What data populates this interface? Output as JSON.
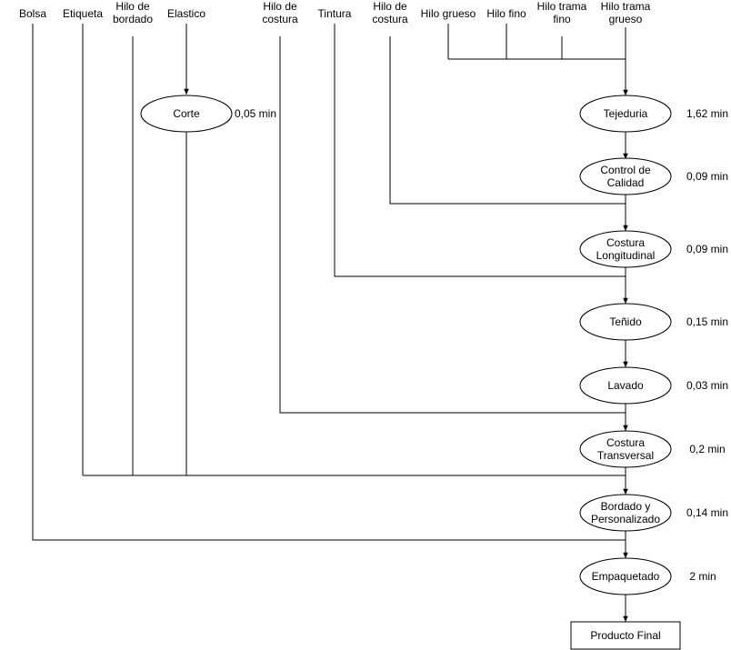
{
  "inputs": {
    "bolsa": [
      "Bolsa"
    ],
    "etiqueta": [
      "Etiqueta"
    ],
    "hilo_bordado": [
      "Hilo de",
      "bordado"
    ],
    "elastico": [
      "Elastico"
    ],
    "hilo_costura_1": [
      "Hilo de",
      "costura"
    ],
    "tintura": [
      "Tintura"
    ],
    "hilo_costura_2": [
      "Hilo de",
      "costura"
    ],
    "hilo_grueso": [
      "Hilo grueso"
    ],
    "hilo_fino": [
      "Hilo fino"
    ],
    "hilo_trama_fino": [
      "Hilo trama",
      "fino"
    ],
    "hilo_trama_grueso": [
      "Hilo trama",
      "grueso"
    ]
  },
  "processes": {
    "corte": {
      "label": [
        "Corte"
      ],
      "time": "0,05 min"
    },
    "tejeduria": {
      "label": [
        "Tejeduria"
      ],
      "time": "1,62 min"
    },
    "control": {
      "label": [
        "Control de",
        "Calidad"
      ],
      "time": "0,09 min"
    },
    "costura_long": {
      "label": [
        "Costura",
        "Longitudinal"
      ],
      "time": "0,09 min"
    },
    "tenido": {
      "label": [
        "Teñido"
      ],
      "time": "0,15 min"
    },
    "lavado": {
      "label": [
        "Lavado"
      ],
      "time": "0,03 min"
    },
    "costura_trans": {
      "label": [
        "Costura",
        "Transversal"
      ],
      "time": "0,2 min"
    },
    "bordado": {
      "label": [
        "Bordado y",
        "Personalizado"
      ],
      "time": "0,14 min"
    },
    "empaquetado": {
      "label": [
        "Empaquetado"
      ],
      "time": "2 min"
    }
  },
  "output": {
    "producto_final": "Producto Final"
  }
}
